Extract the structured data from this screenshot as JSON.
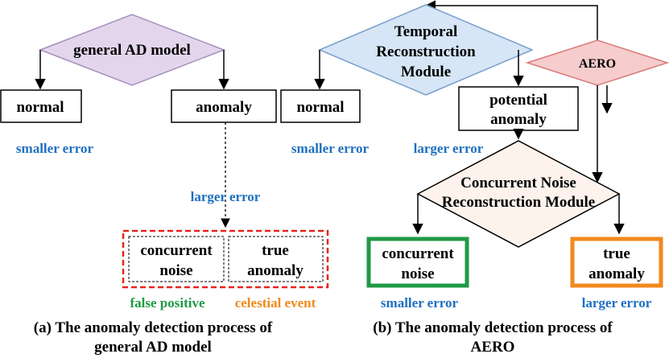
{
  "left": {
    "model_label": "general AD model",
    "normal_label": "normal",
    "anomaly_label": "anomaly",
    "smaller_error": "smaller error",
    "larger_error": "larger error",
    "concurrent_noise": [
      "concurrent",
      "noise"
    ],
    "true_anomaly": [
      "true",
      "anomaly"
    ],
    "false_positive": "false positive",
    "celestial_event": "celestial event",
    "caption": [
      "(a) The anomaly detection process of",
      "general AD model"
    ]
  },
  "right": {
    "temporal_module": [
      "Temporal",
      "Reconstruction",
      "Module"
    ],
    "aero_label": "AERO",
    "normal_label": "normal",
    "potential_anomaly": [
      "potential",
      "anomaly"
    ],
    "smaller_error": "smaller error",
    "larger_error": "larger error",
    "noise_module": [
      "Concurrent Noise",
      "Reconstruction Module"
    ],
    "concurrent_noise": [
      "concurrent",
      "noise"
    ],
    "true_anomaly": [
      "true",
      "anomaly"
    ],
    "smaller_error_bottom": "smaller error",
    "larger_error_bottom": "larger error",
    "caption": [
      "(b) The anomaly detection process of",
      "AERO"
    ]
  },
  "colors": {
    "purple_fill": "#e3d6ec",
    "blue_fill": "#d6e6f7",
    "pink_fill": "#f6cccc",
    "cream_fill": "#fdf3ec",
    "blue_text": "#1f6fc0",
    "green": "#1f9a45",
    "orange": "#f08a1c",
    "red_dash": "#e8231f"
  }
}
